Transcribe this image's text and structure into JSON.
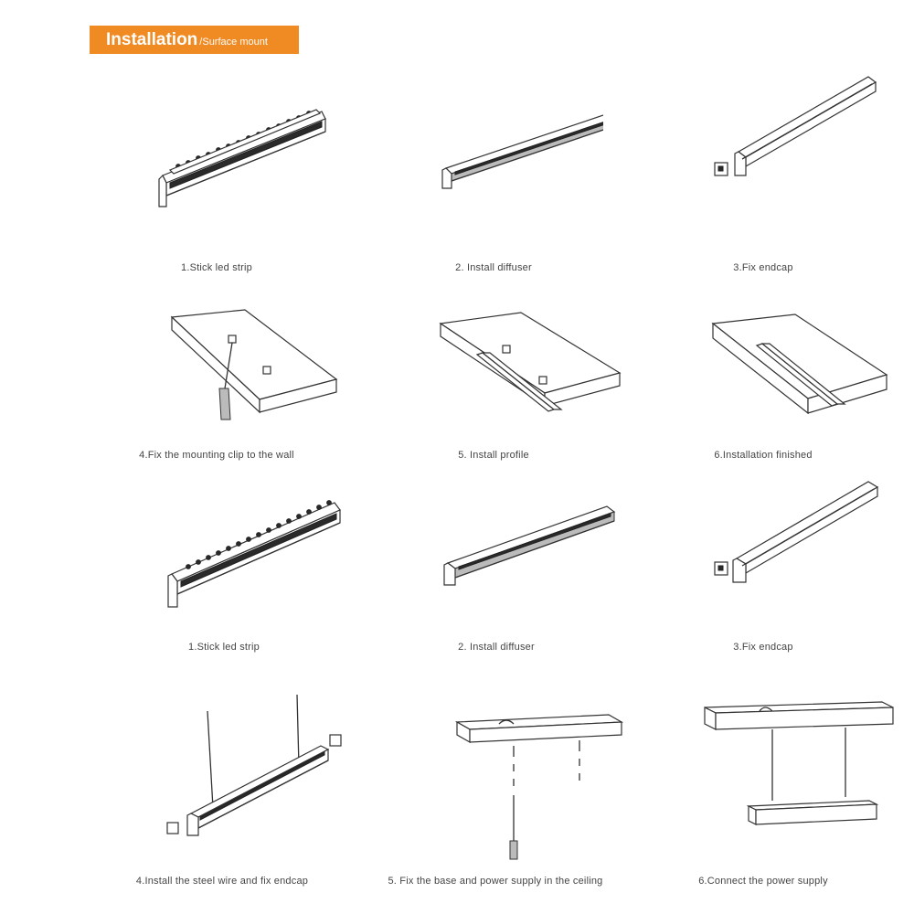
{
  "header": {
    "title": "Installation",
    "subtitle": "/Surface mount"
  },
  "accent_color": "#f08a22",
  "steps_surface": [
    {
      "caption": "1.Stick led strip"
    },
    {
      "caption": "2. Install diffuser"
    },
    {
      "caption": "3.Fix  endcap"
    },
    {
      "caption": "4.Fix the mounting clip to the wall"
    },
    {
      "caption": "5. Install profile"
    },
    {
      "caption": "6.Installation finished"
    }
  ],
  "steps_pendant": [
    {
      "caption": "1.Stick led strip"
    },
    {
      "caption": "2. Install diffuser"
    },
    {
      "caption": "3.Fix  endcap"
    },
    {
      "caption": "4.Install the steel wire and fix endcap"
    },
    {
      "caption": "5. Fix the base and power supply in the ceiling"
    },
    {
      "caption": "6.Connect the power supply"
    }
  ]
}
